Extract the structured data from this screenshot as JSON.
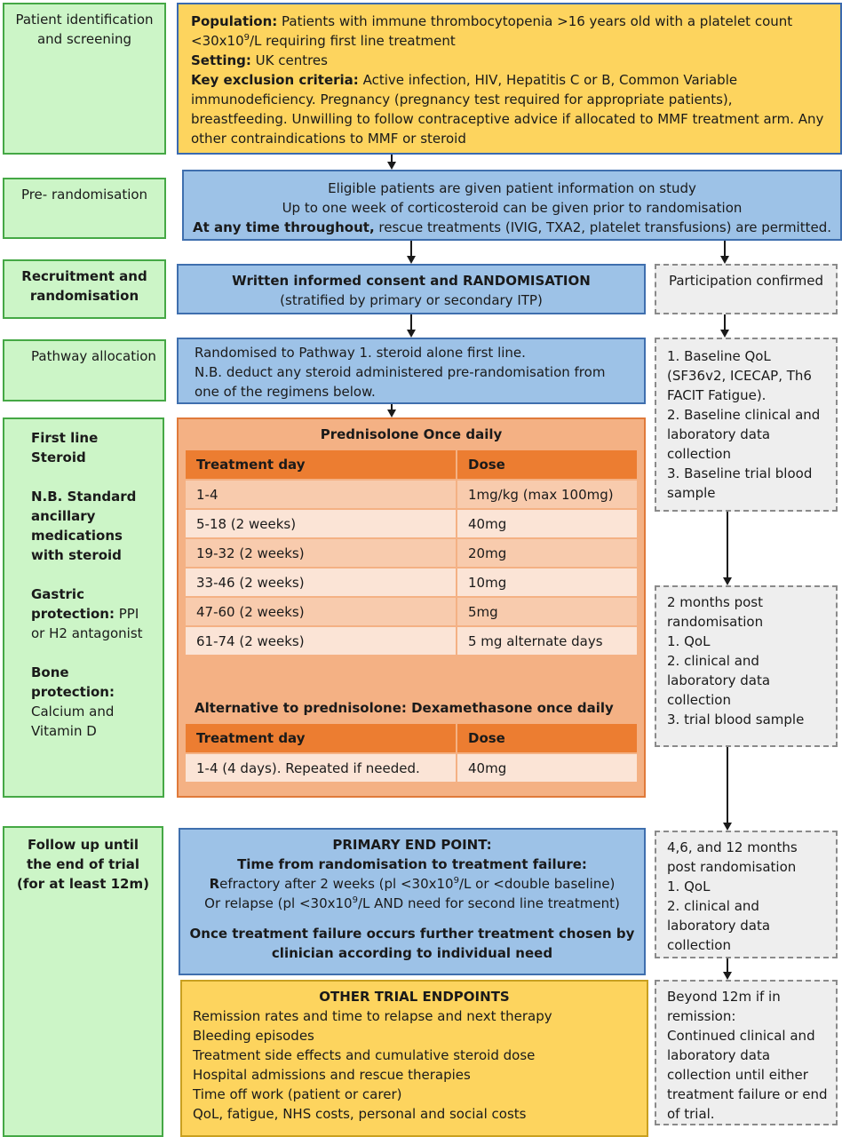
{
  "left": {
    "screening": "Patient identification and screening",
    "prerand": "Pre- randomisation",
    "recruit": "Recruitment and randomisation",
    "pathway": "Pathway allocation",
    "firstline_title": "First line Steroid",
    "ancillary": "N.B. Standard ancillary medications with steroid",
    "gastric_bold": "Gastric protection:",
    "gastric_rest": " PPI or H2 antagonist",
    "bone_bold": "Bone protection:",
    "bone_rest": "Calcium and Vitamin D",
    "followup": "Follow up until the end of trial (for at least 12m)"
  },
  "population": {
    "pop_label": "Population:",
    "pop_text_a": " Patients with immune thrombocytopenia >16 years old with a platelet count <30x10",
    "pop_sup": "9",
    "pop_text_b": "/L requiring first line treatment",
    "setting_label": "Setting:",
    "setting_text": " UK centres",
    "excl_label": "Key exclusion criteria:",
    "excl_text": " Active infection, HIV, Hepatitis C or B, Common Variable immunodeficiency. Pregnancy (pregnancy test required for appropriate patients), breastfeeding. Unwilling to follow contraceptive advice if allocated to MMF treatment arm. Any other contraindications to MMF or steroid"
  },
  "prerand_box": {
    "line1": "Eligible patients are given patient information on study",
    "line2": "Up to one week of corticosteroid can be given prior to randomisation",
    "line3_bold": "At any time throughout,",
    "line3_rest": " rescue treatments (IVIG, TXA2, platelet transfusions) are permitted."
  },
  "consent": {
    "title": "Written informed consent and RANDOMISATION",
    "sub": "(stratified by primary or secondary ITP)"
  },
  "pathway_box": {
    "line1": "Randomised to Pathway 1. steroid alone first line.",
    "line2": "N.B. deduct any steroid administered pre-randomisation from one of the regimens below."
  },
  "prednisolone": {
    "title": "Prednisolone Once daily",
    "col1": "Treatment day",
    "col2": "Dose",
    "rows": [
      [
        "1-4",
        "1mg/kg (max 100mg)"
      ],
      [
        "5-18 (2 weeks)",
        "40mg"
      ],
      [
        "19-32 (2 weeks)",
        "20mg"
      ],
      [
        "33-46 (2 weeks)",
        "10mg"
      ],
      [
        "47-60 (2 weeks)",
        "5mg"
      ],
      [
        "61-74 (2 weeks)",
        "5 mg alternate days"
      ]
    ]
  },
  "dexa": {
    "title": "Alternative to prednisolone: Dexamethasone once daily",
    "col1": "Treatment day",
    "col2": "Dose",
    "rows": [
      [
        "1-4 (4 days). Repeated if needed.",
        "40mg"
      ]
    ]
  },
  "primary": {
    "title": "PRIMARY END POINT:",
    "sub": "Time from randomisation to treatment failure:",
    "r_bold": "R",
    "r_text_a": "efractory after 2 weeks (pl <30x10",
    "r_sup": "9",
    "r_text_b": "/L or <double baseline)",
    "relapse_a": "Or relapse (pl <30x10",
    "relapse_sup": "9",
    "relapse_b": "/L  AND need for second line treatment)",
    "failure": "Once treatment failure occurs further treatment chosen by clinician according to individual need"
  },
  "other": {
    "title": "OTHER TRIAL ENDPOINTS",
    "items": [
      "Remission rates and time to relapse and next therapy",
      "Bleeding episodes",
      "Treatment side effects and cumulative steroid dose",
      "Hospital admissions and rescue therapies",
      "Time off work (patient or carer)",
      "QoL, fatigue, NHS costs, personal and social costs"
    ]
  },
  "right": {
    "participation": "Participation confirmed",
    "baseline": [
      "1. Baseline QoL (SF36v2, ICECAP, Th6 FACIT Fatigue).",
      "2. Baseline clinical and laboratory  data collection",
      "3. Baseline trial blood sample"
    ],
    "two_months": [
      "2 months post randomisation",
      "1. QoL",
      "2.  clinical and laboratory  data collection",
      "3. trial blood sample"
    ],
    "later": [
      "4,6, and 12  months post randomisation",
      "1. QoL",
      "2.  clinical and laboratory  data collection"
    ],
    "beyond": [
      "Beyond 12m if in remission:",
      "Continued clinical  and laboratory data collection until either treatment failure or end of trial."
    ]
  },
  "colors": {
    "green_fill": "#ccf5c7",
    "yellow_fill": "#fdd45e",
    "blue_fill": "#9dc2e7",
    "gray_fill": "#eeeeee",
    "orange_fill": "#f4b184",
    "table_header": "#ec7d31"
  }
}
